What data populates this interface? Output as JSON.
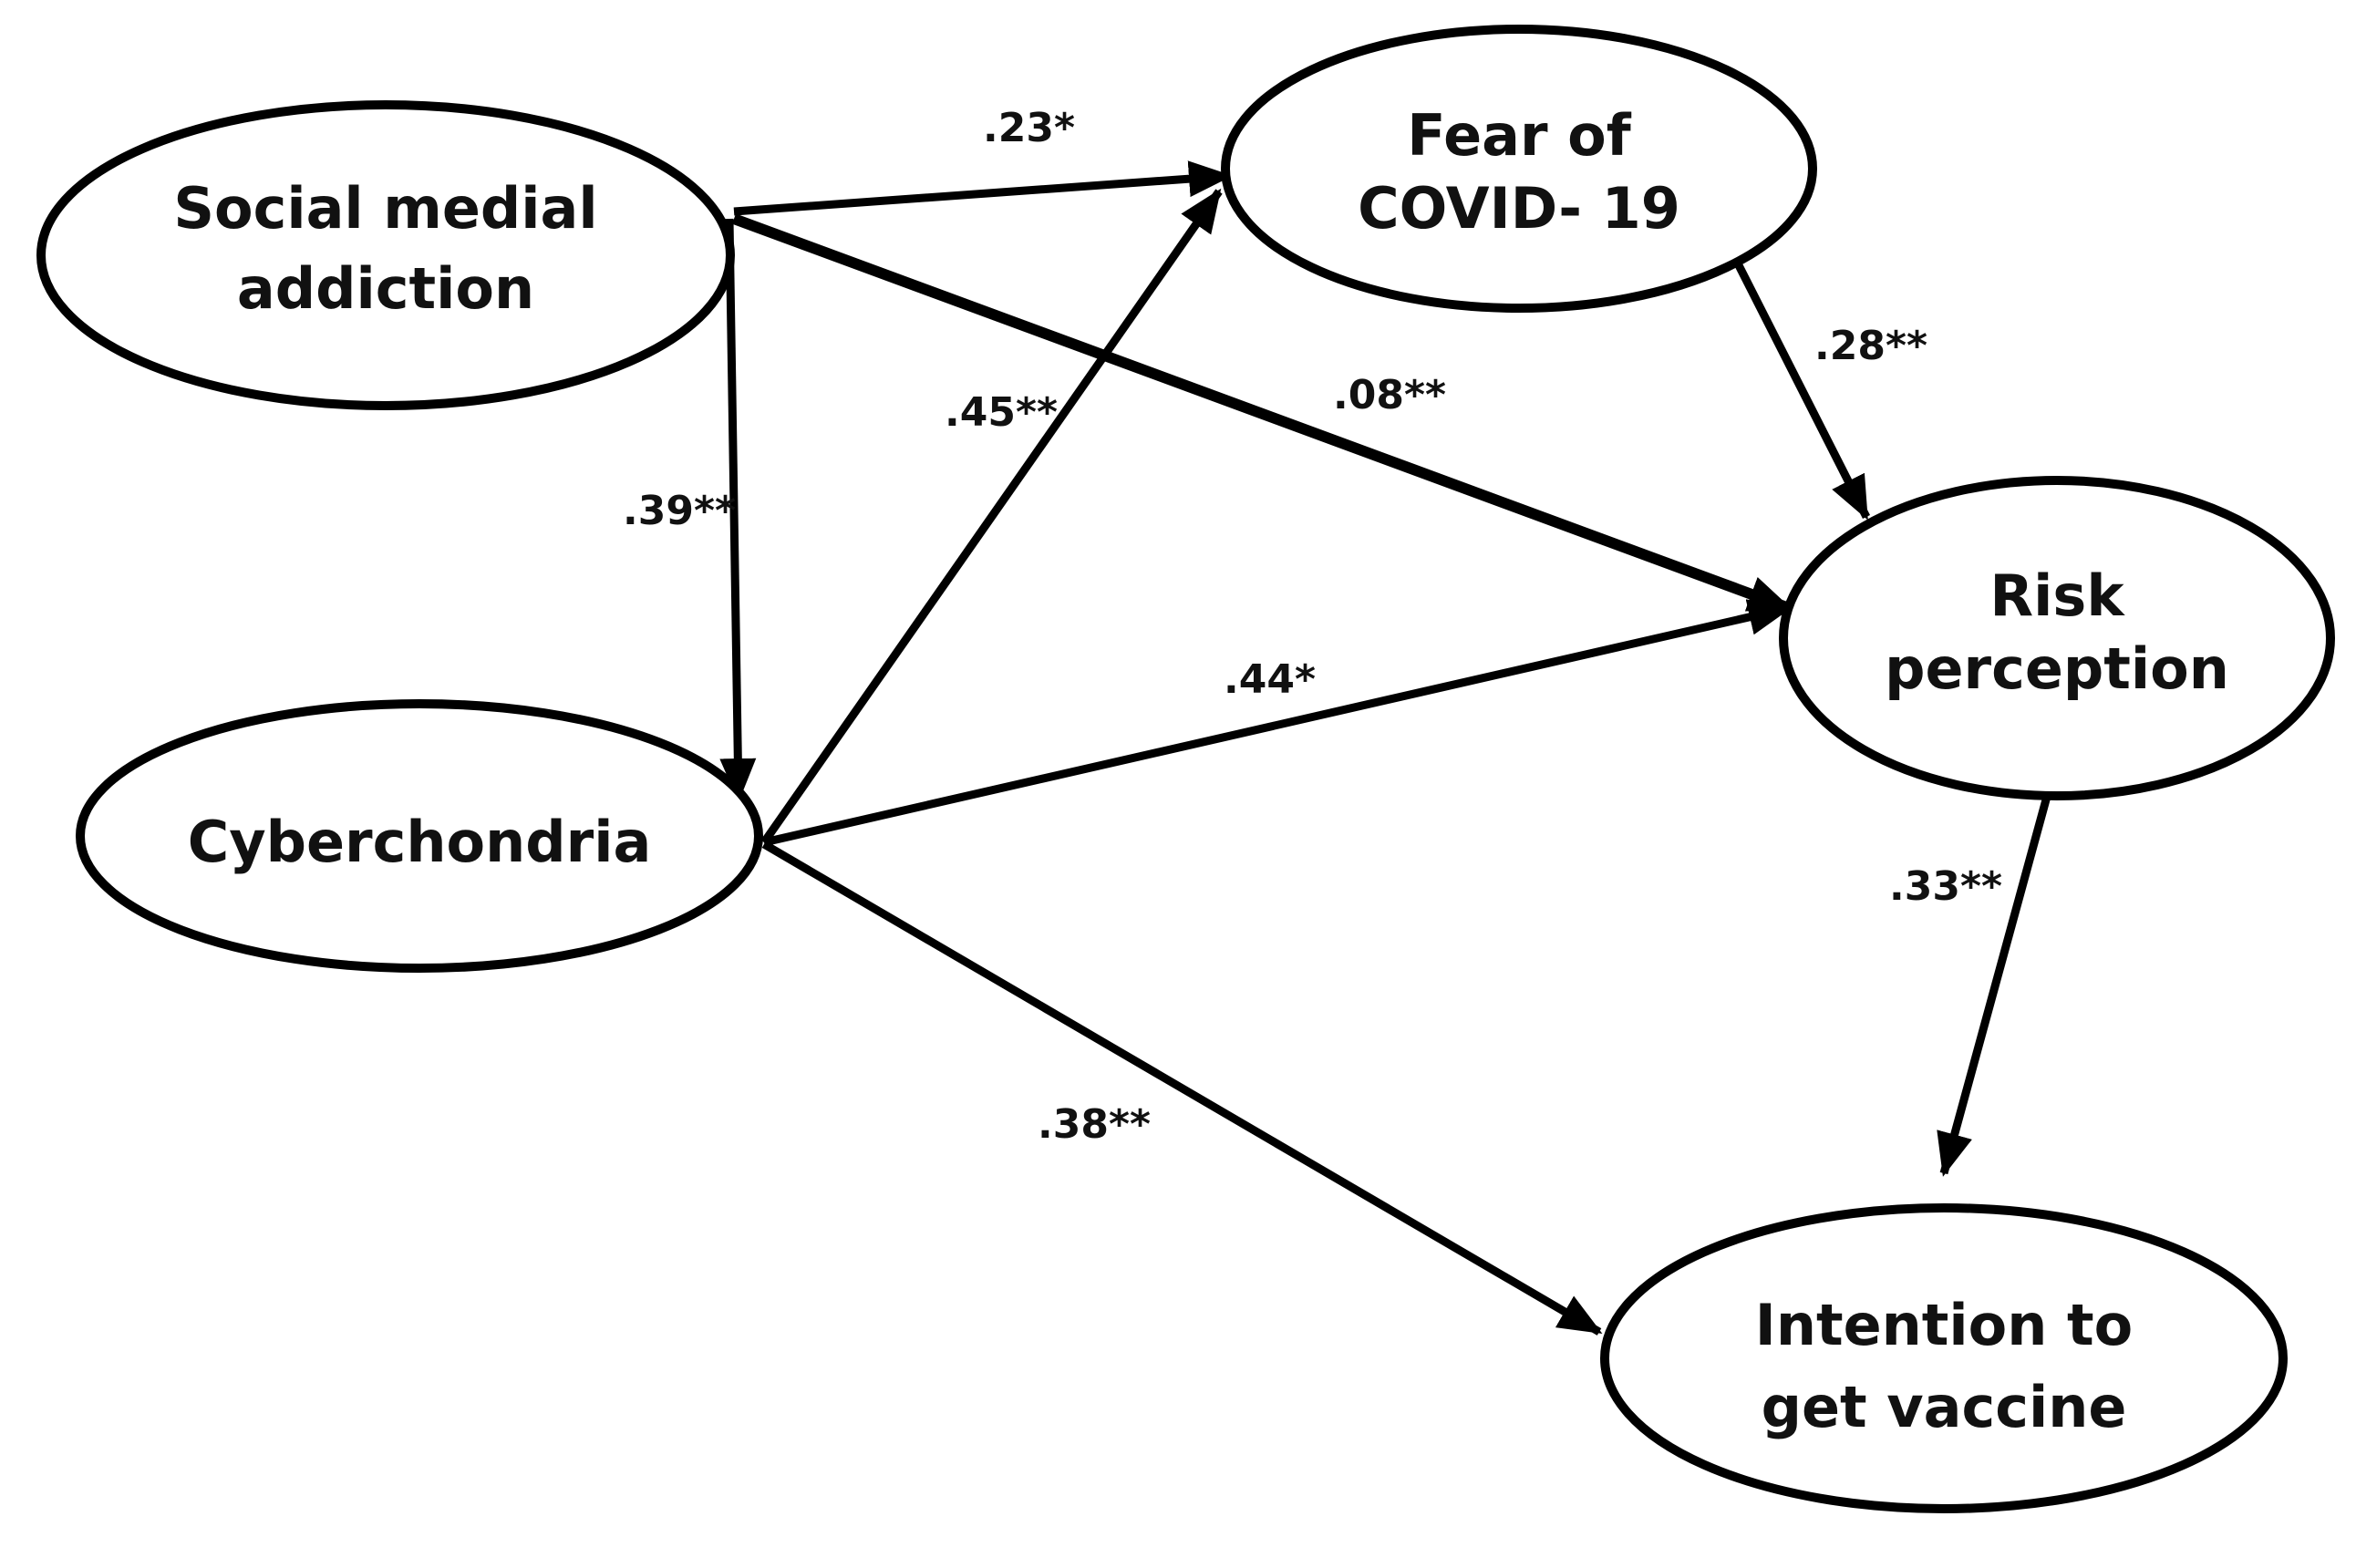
{
  "colors": {
    "stroke": "#000000",
    "text": "#111111",
    "background": "#ffffff"
  },
  "nodes": {
    "social_media_addiction": {
      "line1": "Social medial",
      "line2": "addiction"
    },
    "fear_of_covid": {
      "line1": "Fear of",
      "line2": "COVID- 19"
    },
    "cyberchondria": {
      "line1": "Cyberchondria"
    },
    "risk_perception": {
      "line1": "Risk",
      "line2": "perception"
    },
    "intention_to_vaccinate": {
      "line1": "Intention to",
      "line2": "get vaccine"
    }
  },
  "edges": [
    {
      "from": "Social medial addiction",
      "to": "Fear of COVID- 19",
      "label": ".23*"
    },
    {
      "from": "Social medial addiction",
      "to": "Risk perception",
      "label": ".08**"
    },
    {
      "from": "Social medial addiction",
      "to": "Cyberchondria",
      "label": ".39**"
    },
    {
      "from": "Cyberchondria",
      "to": "Fear of COVID- 19",
      "label": ".45**"
    },
    {
      "from": "Cyberchondria",
      "to": "Risk perception",
      "label": ".44*"
    },
    {
      "from": "Cyberchondria",
      "to": "Intention to get vaccine",
      "label": ".38**"
    },
    {
      "from": "Fear of COVID- 19",
      "to": "Risk perception",
      "label": ".28**"
    },
    {
      "from": "Risk perception",
      "to": "Intention to get vaccine",
      "label": ".33**"
    }
  ]
}
